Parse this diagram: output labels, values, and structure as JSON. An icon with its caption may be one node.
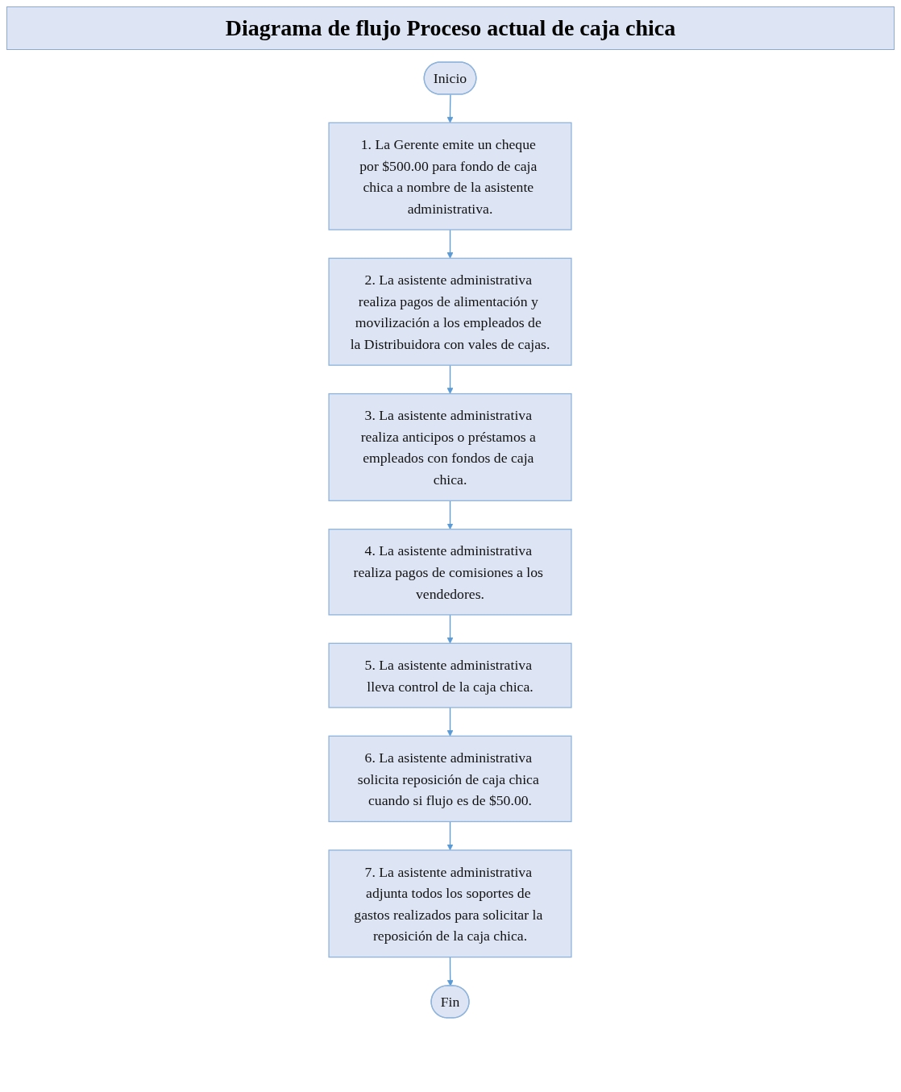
{
  "diagram": {
    "title": "Diagrama de flujo Proceso actual de caja chica",
    "nodes": [
      {
        "text": [
          "Inicio"
        ]
      },
      {
        "text": [
          "1. La Gerente emite un cheque por $500.00 para fondo de caja chica a nombre de la asistente administrativa."
        ]
      },
      {
        "text": [
          "2. La asistente administrativa realiza pagos de alimentación y movilización a los empleados de la Distribuidora con vales de cajas."
        ]
      },
      {
        "text": [
          "3. La asistente administrativa realiza anticipos o préstamos a empleados con fondos de caja chica."
        ]
      },
      {
        "text": [
          "4. La asistente administrativa realiza pagos de comisiones a los vendedores."
        ]
      },
      {
        "text": [
          "5. La asistente administrativa lleva control de la caja chica."
        ]
      },
      {
        "text": [
          "6. La asistente administrativa solicita reposición de caja chica cuando si flujo es de $50.00."
        ]
      },
      {
        "text": [
          "7. La asistente administrativa adjunta todos los soportes de gastos realizados para solicitar la reposición de la caja chica."
        ]
      },
      {
        "text": [
          "Fin"
        ]
      }
    ],
    "edges": [
      {
        "from": 0,
        "to": 1,
        "arrow": "to"
      },
      {
        "from": 1,
        "to": 2,
        "arrow": "to"
      },
      {
        "from": 2,
        "to": 3,
        "arrow": "to"
      },
      {
        "from": 3,
        "to": 4,
        "arrow": "to"
      },
      {
        "from": 4,
        "to": 5,
        "arrow": "to"
      },
      {
        "from": 5,
        "to": 6,
        "arrow": "to"
      },
      {
        "from": 6,
        "to": 7,
        "arrow": "to"
      },
      {
        "from": 7,
        "to": 8,
        "arrow": "to"
      }
    ]
  }
}
